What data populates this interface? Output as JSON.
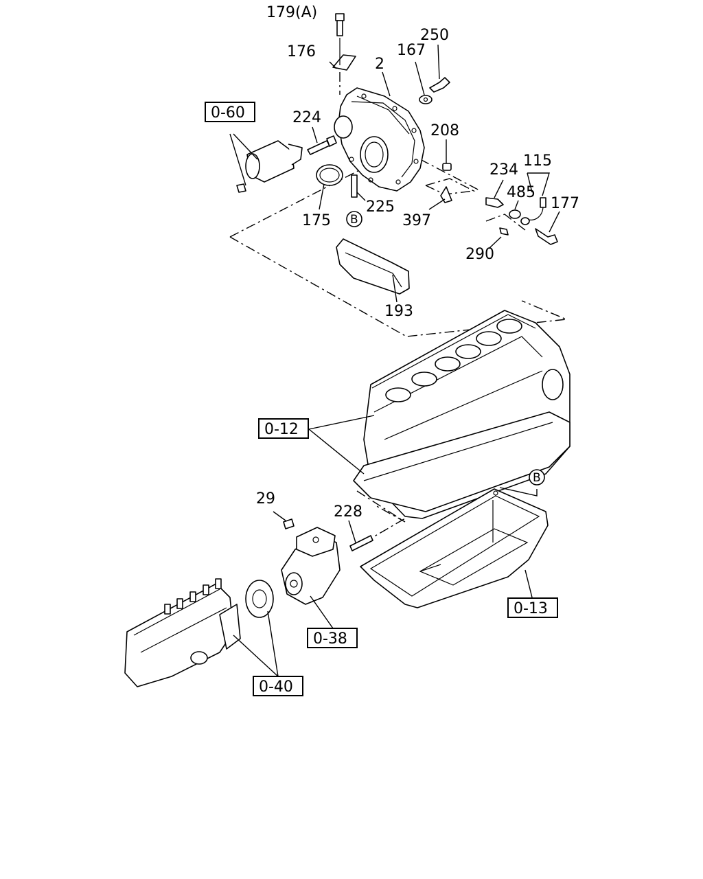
{
  "callouts": {
    "c179a": "179(A)",
    "c176": "176",
    "c250": "250",
    "c167": "167",
    "c2": "2",
    "c224": "224",
    "c208": "208",
    "c234": "234",
    "c115": "115",
    "c485": "485",
    "c177": "177",
    "c175": "175",
    "c225": "225",
    "c397": "397",
    "c290": "290",
    "c193": "193",
    "c29": "29",
    "c228": "228"
  },
  "references": {
    "r060": "0-60",
    "r012": "0-12",
    "r013": "0-13",
    "r038": "0-38",
    "r040": "0-40"
  },
  "markers": {
    "b_upper": "B",
    "b_lower": "B"
  }
}
